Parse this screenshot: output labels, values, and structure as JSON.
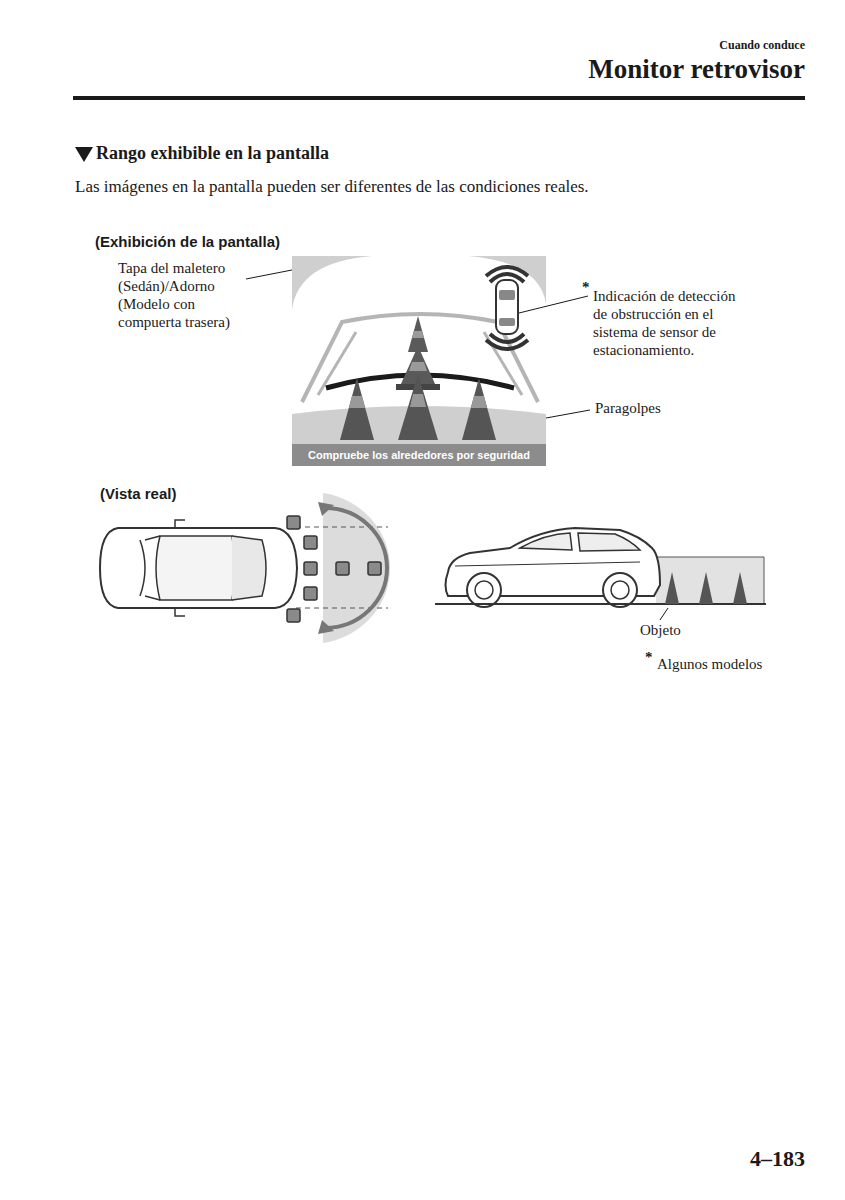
{
  "diagram": {
    "title": "Monitor retrovisor",
    "nodes": [
      {
        "text": [
          "Compruebe los alrededores por seguridad"
        ]
      }
    ],
    "labels": [
      "Cuando conduce",
      "Rango exhibible en la pantalla",
      "Las imágenes en la pantalla pueden ser diferentes de las condiciones reales.",
      "(Exhibición de la pantalla)",
      "Tapa del maletero (Sedán)/Adorno (Modelo con compuerta trasera)",
      "*",
      "Indicación de detección de obstrucción en el sistema de sensor de estacionamiento.",
      "Paragolpes",
      "(Vista real)",
      "Objeto",
      "*",
      "Algunos modelos",
      "4–183"
    ]
  }
}
